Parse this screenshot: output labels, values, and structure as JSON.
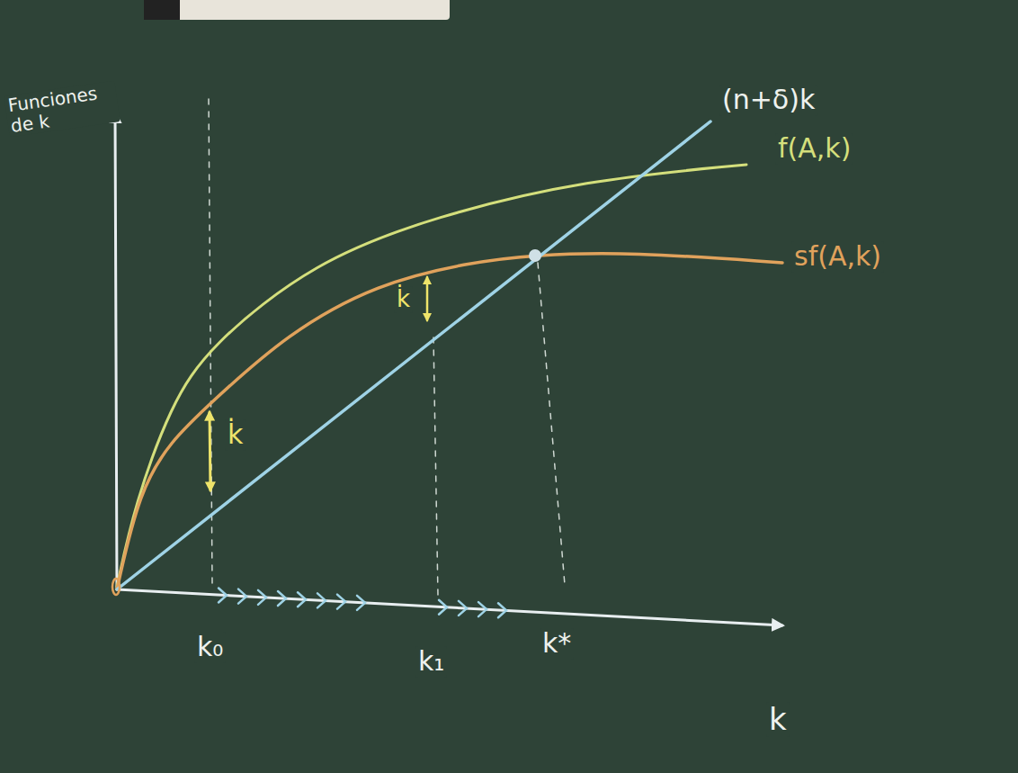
{
  "diagram": {
    "labels": [
      "Funciones de k",
      "(n+δ)k",
      "f(A,k)",
      "sf(A,k)",
      "k̇",
      "k̇",
      "k₀",
      "k₁",
      "k*",
      "k"
    ]
  }
}
